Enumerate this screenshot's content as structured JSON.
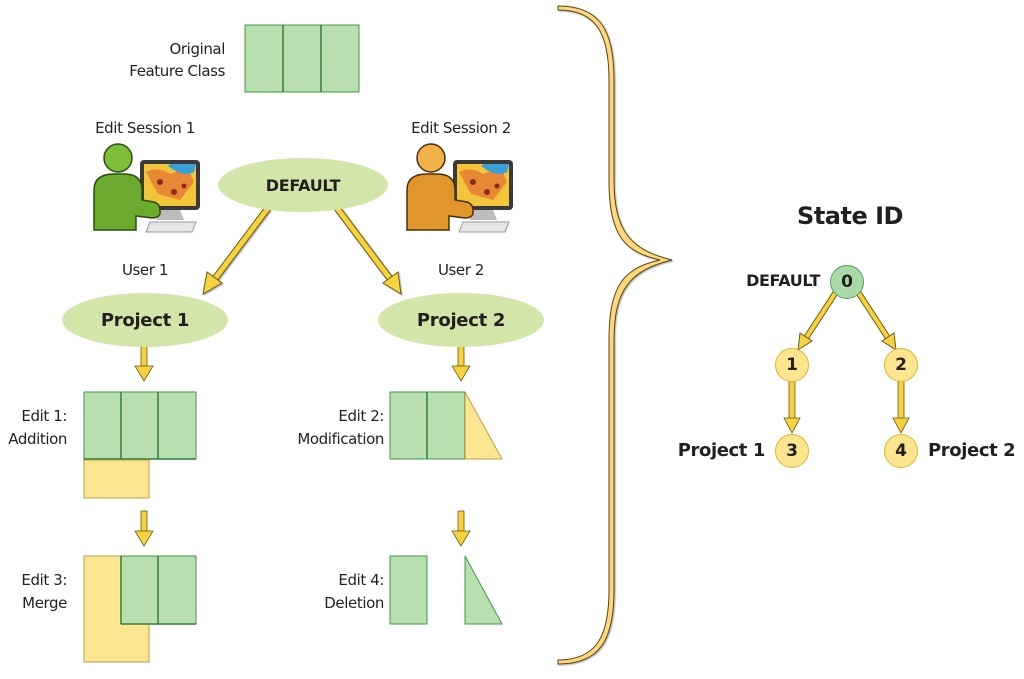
{
  "original": {
    "label_line1": "Original",
    "label_line2": "Feature Class"
  },
  "sessions": [
    {
      "title": "Edit Session 1",
      "user": "User 1",
      "project": "Project 1",
      "user_color": "#6aab2e"
    },
    {
      "title": "Edit Session 2",
      "user": "User 2",
      "project": "Project 2",
      "user_color": "#e0962a"
    }
  ],
  "default_label": "DEFAULT",
  "edits": [
    {
      "line1": "Edit 1:",
      "line2": "Addition"
    },
    {
      "line1": "Edit 2:",
      "line2": "Modification"
    },
    {
      "line1": "Edit 3:",
      "line2": "Merge"
    },
    {
      "line1": "Edit 4:",
      "line2": "Deletion"
    }
  ],
  "state_tree": {
    "title": "State ID",
    "default_label": "DEFAULT",
    "project1_label": "Project 1",
    "project2_label": "Project 2",
    "nodes": [
      "0",
      "1",
      "2",
      "3",
      "4"
    ]
  },
  "colors": {
    "feature_green": "#b9dfb0",
    "feature_green_border": "#3d9a4a",
    "edit_yellow": "#fde692",
    "edit_yellow_border": "#b8a040",
    "ellipse_fill": "#d3e6a9",
    "arrow_fill": "#f6d33c",
    "brace_fill": "#fcd87a"
  }
}
